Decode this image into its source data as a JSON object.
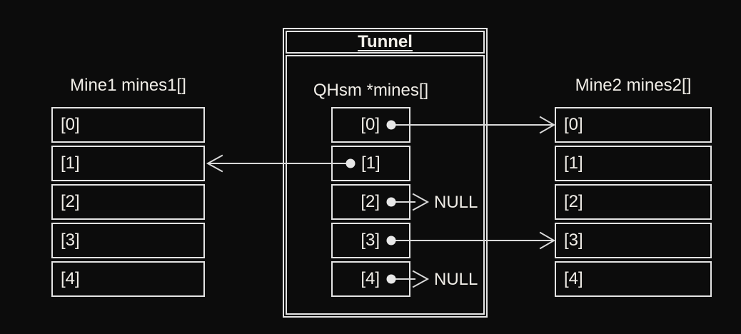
{
  "colors": {
    "background": "#0c0c0c",
    "line": "#e4e4e4",
    "text": "#f1eee8"
  },
  "mine1": {
    "title": "Mine1 mines1[]",
    "cells": [
      "[0]",
      "[1]",
      "[2]",
      "[3]",
      "[4]"
    ]
  },
  "mine2": {
    "title": "Mine2 mines2[]",
    "cells": [
      "[0]",
      "[1]",
      "[2]",
      "[3]",
      "[4]"
    ]
  },
  "tunnel": {
    "title": "Tunnel",
    "array_label": "QHsm *mines[]",
    "cells": [
      "[0]",
      "[1]",
      "[2]",
      "[3]",
      "[4]"
    ]
  },
  "pointers": [
    {
      "from": "mines[0]",
      "to": "mines2[0]",
      "label": ""
    },
    {
      "from": "mines[1]",
      "to": "mines1[1]",
      "label": ""
    },
    {
      "from": "mines[2]",
      "to": "NULL",
      "label": "NULL"
    },
    {
      "from": "mines[3]",
      "to": "mines2[3]",
      "label": ""
    },
    {
      "from": "mines[4]",
      "to": "NULL",
      "label": "NULL"
    }
  ]
}
